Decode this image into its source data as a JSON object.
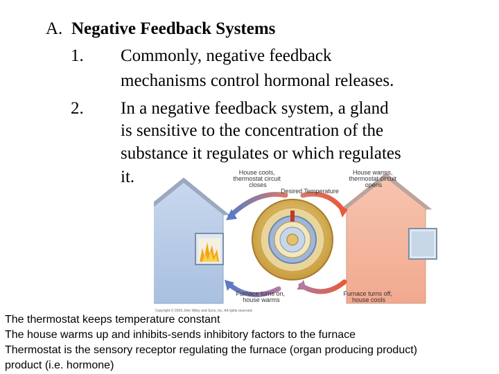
{
  "outline": {
    "heading_letter": "A.",
    "heading_text": "Negative Feedback Systems",
    "items": [
      {
        "number": "1.",
        "lines": [
          "Commonly, negative feedback",
          "mechanisms control hormonal releases."
        ]
      },
      {
        "number": "2.",
        "lines": [
          "In a negative feedback system, a gland",
          "is sensitive to the concentration of the",
          "substance it regulates or which regulates",
          "it."
        ]
      }
    ]
  },
  "diagram": {
    "label_top_left": [
      "House cools,",
      "thermostat circuit",
      "closes"
    ],
    "label_top_right": [
      "House warms,",
      "thermostat circuit",
      "opens"
    ],
    "label_center": "Desired Temperature",
    "label_bottom_left": [
      "Furnace turns on,",
      "house warms"
    ],
    "label_bottom_right": [
      "Furnace turns off,",
      "house cools"
    ],
    "copyright": "Copyright © 2009 John Wiley and Sons, Inc. All rights reserved.",
    "colors": {
      "cool_house": "#b3c9e6",
      "warm_house": "#f4b49c",
      "dial_gold": "#d9b35a",
      "arrow_blue": "#6680c0",
      "arrow_red": "#e06a4a"
    },
    "icons": [
      "house-icon",
      "fire-icon",
      "thermostat-icon",
      "window-icon",
      "arrow-icon"
    ]
  },
  "bottom_lines": [
    "The thermostat keeps temperature constant",
    "The house warms up and inhibits-sends inhibitory factors to the furnace",
    "Thermostat is the sensory receptor regulating the furnace (organ producing product)",
    "product (i.e. hormone)"
  ]
}
